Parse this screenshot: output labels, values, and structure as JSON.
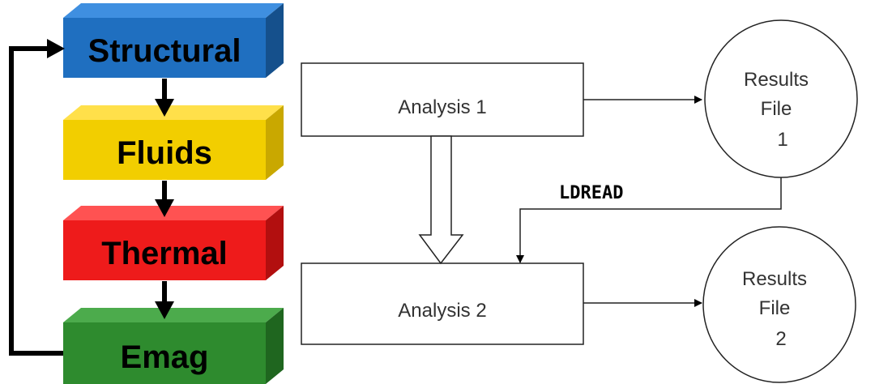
{
  "blocks": [
    {
      "id": "structural",
      "label": "Structural",
      "front": "#1f6fc0",
      "top": "#3f8fe0",
      "side": "#15508c"
    },
    {
      "id": "fluids",
      "label": "Fluids",
      "front": "#f2ce00",
      "top": "#ffe04a",
      "side": "#c9a800"
    },
    {
      "id": "thermal",
      "label": "Thermal",
      "front": "#ee1b1b",
      "top": "#ff5252",
      "side": "#b20f0f"
    },
    {
      "id": "emag",
      "label": "Emag",
      "front": "#2e8b2e",
      "top": "#4cab4c",
      "side": "#1f661f"
    }
  ],
  "analysis": [
    {
      "id": "analysis-1",
      "label": "Analysis 1"
    },
    {
      "id": "analysis-2",
      "label": "Analysis 2"
    }
  ],
  "results": [
    {
      "id": "results-1",
      "line1": "Results",
      "line2": "File",
      "line3": "1"
    },
    {
      "id": "results-2",
      "line1": "Results",
      "line2": "File",
      "line3": "2"
    }
  ],
  "connector": {
    "label": "LDREAD"
  }
}
